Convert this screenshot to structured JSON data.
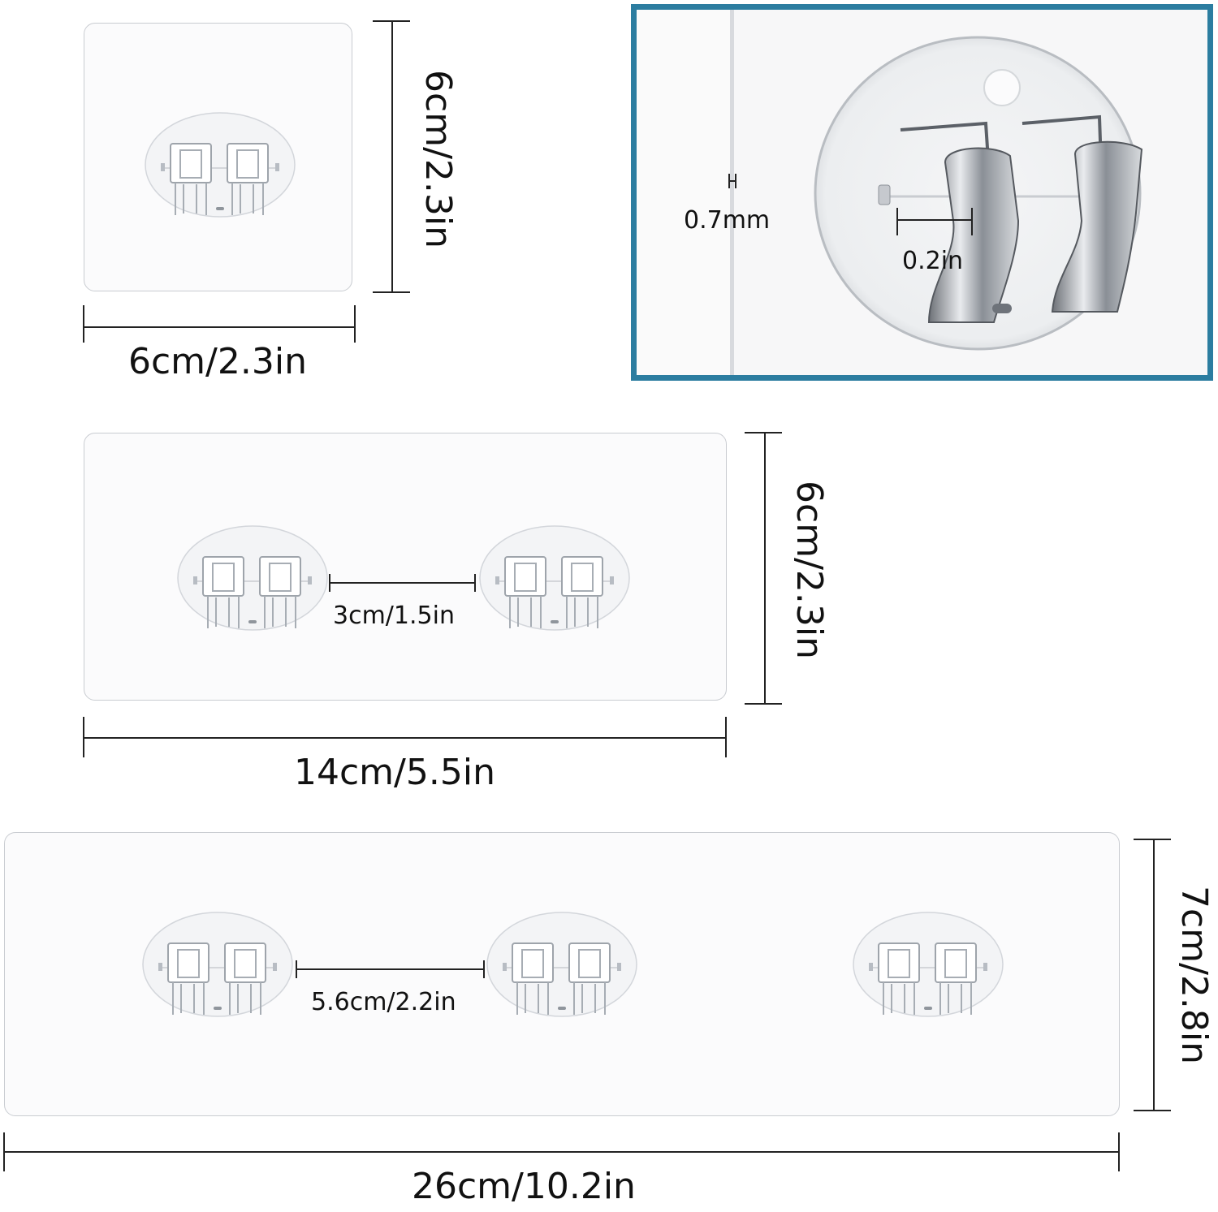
{
  "colors": {
    "frame_accent": "#2c7da0",
    "line": "#222222",
    "pad_fill": "#fbfbfc",
    "pad_border": "#c9ccd1",
    "hook_stroke": "#aeb3ba"
  },
  "pads": {
    "small": {
      "width_label": "6cm/2.3in",
      "height_label": "6cm/2.3in",
      "hook_count": 1
    },
    "medium": {
      "width_label": "14cm/5.5in",
      "height_label": "6cm/2.3in",
      "spacing_label": "3cm/1.5in",
      "hook_count": 2
    },
    "large": {
      "width_label": "26cm/10.2in",
      "height_label": "7cm/2.8in",
      "spacing_label": "5.6cm/2.2in",
      "hook_count": 3
    }
  },
  "detail": {
    "thickness_label": "0.7mm",
    "hook_gap_label": "0.2in"
  }
}
